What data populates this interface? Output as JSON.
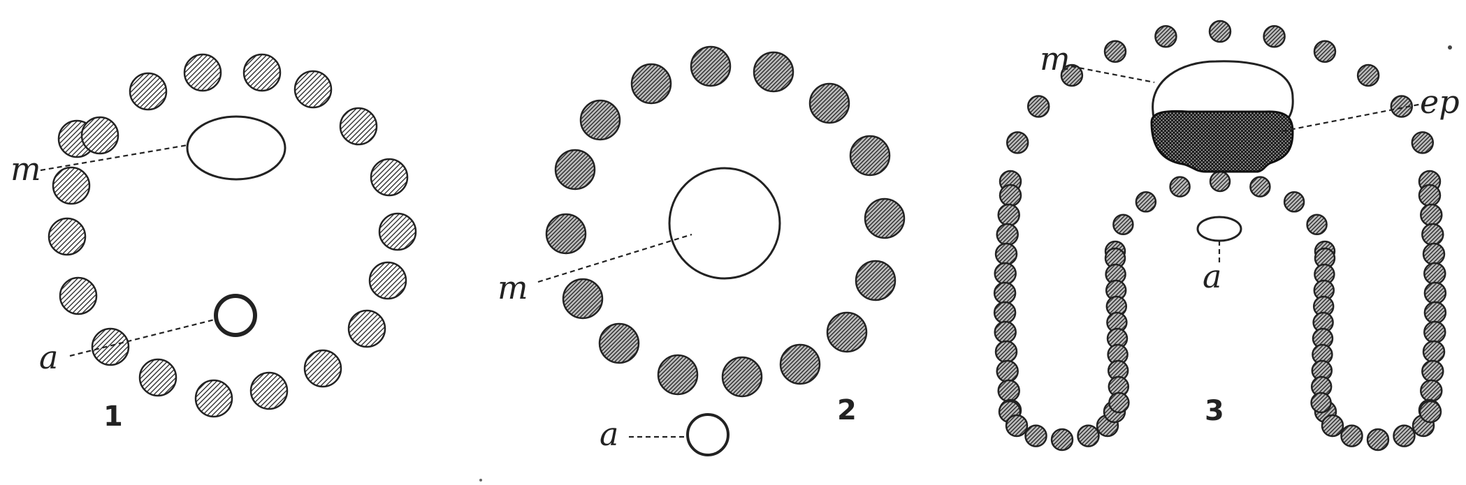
{
  "figures": [
    {
      "number": "1",
      "labels": {
        "m": "m",
        "a": "a"
      }
    },
    {
      "number": "2",
      "labels": {
        "m": "m",
        "a": "a"
      }
    },
    {
      "number": "3",
      "labels": {
        "m": "m",
        "ep": "ep",
        "a": "a"
      }
    }
  ],
  "colors": {
    "ink": "#222222",
    "background": "#ffffff"
  }
}
